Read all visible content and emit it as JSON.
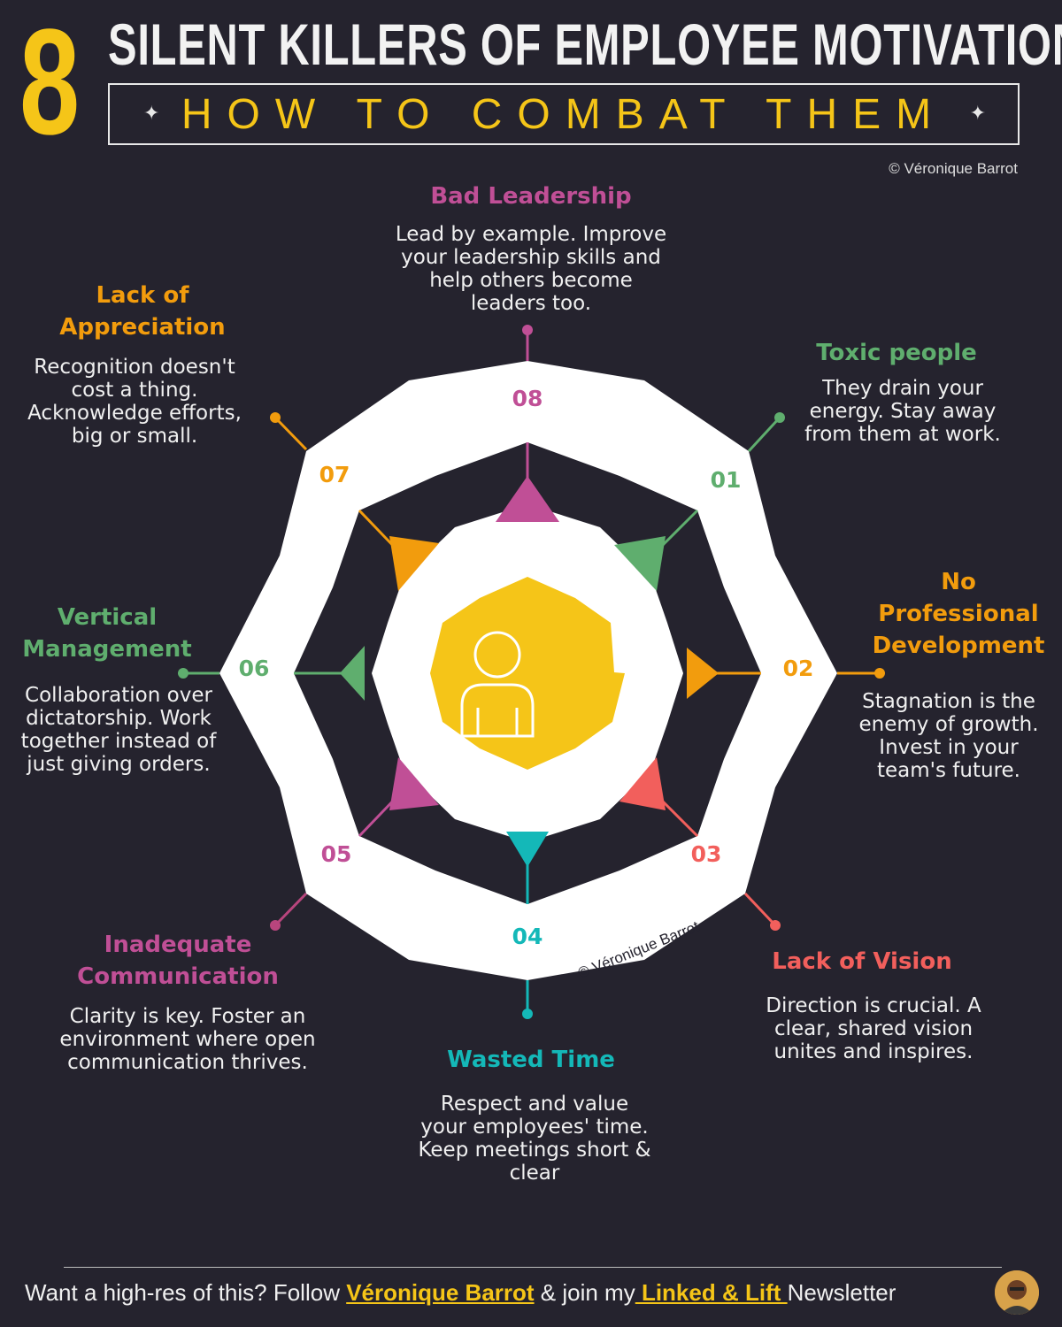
{
  "header": {
    "number": "8",
    "title": "SILENT KILLERS OF EMPLOYEE MOTIVATION",
    "subtitle": "HOW TO COMBAT THEM",
    "sparkle": "✦",
    "credit": "© Véronique Barrot"
  },
  "center": {
    "icon": "person-icon",
    "watermark": "© Véronique Barrot"
  },
  "colors": {
    "background": "#25232e",
    "yellow": "#f5c518",
    "green": "#5fae6e",
    "orange": "#f29c0d",
    "red": "#f25f5c",
    "teal": "#14b8b8",
    "magenta": "#c04f96",
    "pink": "#b8457d"
  },
  "killers": [
    {
      "number": "01",
      "title": "Toxic people",
      "text": "They drain your energy. Stay away from them at work."
    },
    {
      "number": "02",
      "title": "No Professional Development",
      "text": "Stagnation is the enemy of growth. Invest in your team's future."
    },
    {
      "number": "03",
      "title": "Lack of Vision",
      "text": "Direction is crucial. A clear, shared vision unites and inspires."
    },
    {
      "number": "04",
      "title": "Wasted Time",
      "text": "Respect and value your employees' time. Keep meetings short & clear"
    },
    {
      "number": "05",
      "title": "Inadequate Communication",
      "text": "Clarity is key. Foster an environment where open communication thrives."
    },
    {
      "number": "06",
      "title": "Vertical Management",
      "text": "Collaboration over dictatorship. Work together instead of just giving orders."
    },
    {
      "number": "07",
      "title": "Lack of Appreciation",
      "text": "Recognition doesn't cost a thing. Acknowledge efforts, big or small."
    },
    {
      "number": "08",
      "title": "Bad Leadership",
      "text": "Lead by example. Improve your leadership skills and help others become leaders too."
    }
  ],
  "footer": {
    "pre": "Want a high-res of this? Follow ",
    "name": "Véronique Barrot",
    "mid": " & join my",
    "newsletter": " Linked & Lift ",
    "post": "Newsletter"
  }
}
